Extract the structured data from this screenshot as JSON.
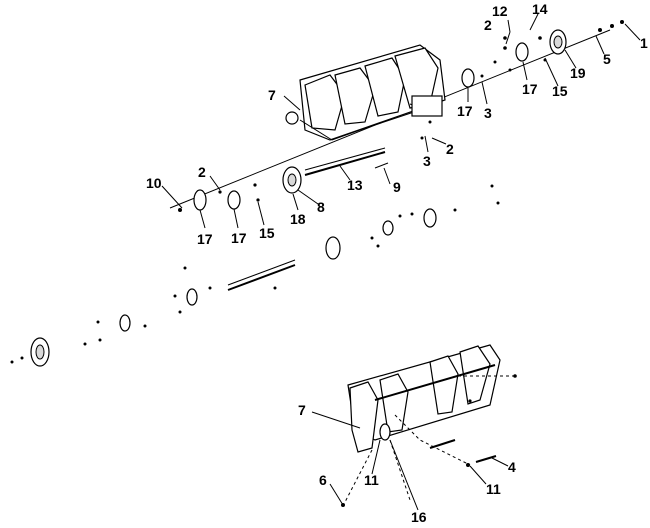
{
  "diagram": {
    "callouts": [
      {
        "id": "c1",
        "text": "1"
      },
      {
        "id": "c2a",
        "text": "2"
      },
      {
        "id": "c12",
        "text": "12"
      },
      {
        "id": "c14",
        "text": "14"
      },
      {
        "id": "c5",
        "text": "5"
      },
      {
        "id": "c19",
        "text": "19"
      },
      {
        "id": "c17a",
        "text": "17"
      },
      {
        "id": "c15a",
        "text": "15"
      },
      {
        "id": "c3a",
        "text": "3"
      },
      {
        "id": "c17b",
        "text": "17"
      },
      {
        "id": "c7a",
        "text": "7"
      },
      {
        "id": "c2b",
        "text": "2"
      },
      {
        "id": "c3b",
        "text": "3"
      },
      {
        "id": "c9",
        "text": "9"
      },
      {
        "id": "c13",
        "text": "13"
      },
      {
        "id": "c8",
        "text": "8"
      },
      {
        "id": "c10",
        "text": "10"
      },
      {
        "id": "c2c",
        "text": "2"
      },
      {
        "id": "c18",
        "text": "18"
      },
      {
        "id": "c15b",
        "text": "15"
      },
      {
        "id": "c17c",
        "text": "17"
      },
      {
        "id": "c17d",
        "text": "17"
      },
      {
        "id": "c7b",
        "text": "7"
      },
      {
        "id": "c4",
        "text": "4"
      },
      {
        "id": "c11a",
        "text": "11"
      },
      {
        "id": "c11b",
        "text": "11"
      },
      {
        "id": "c6",
        "text": "6"
      },
      {
        "id": "c16",
        "text": "16"
      }
    ]
  }
}
